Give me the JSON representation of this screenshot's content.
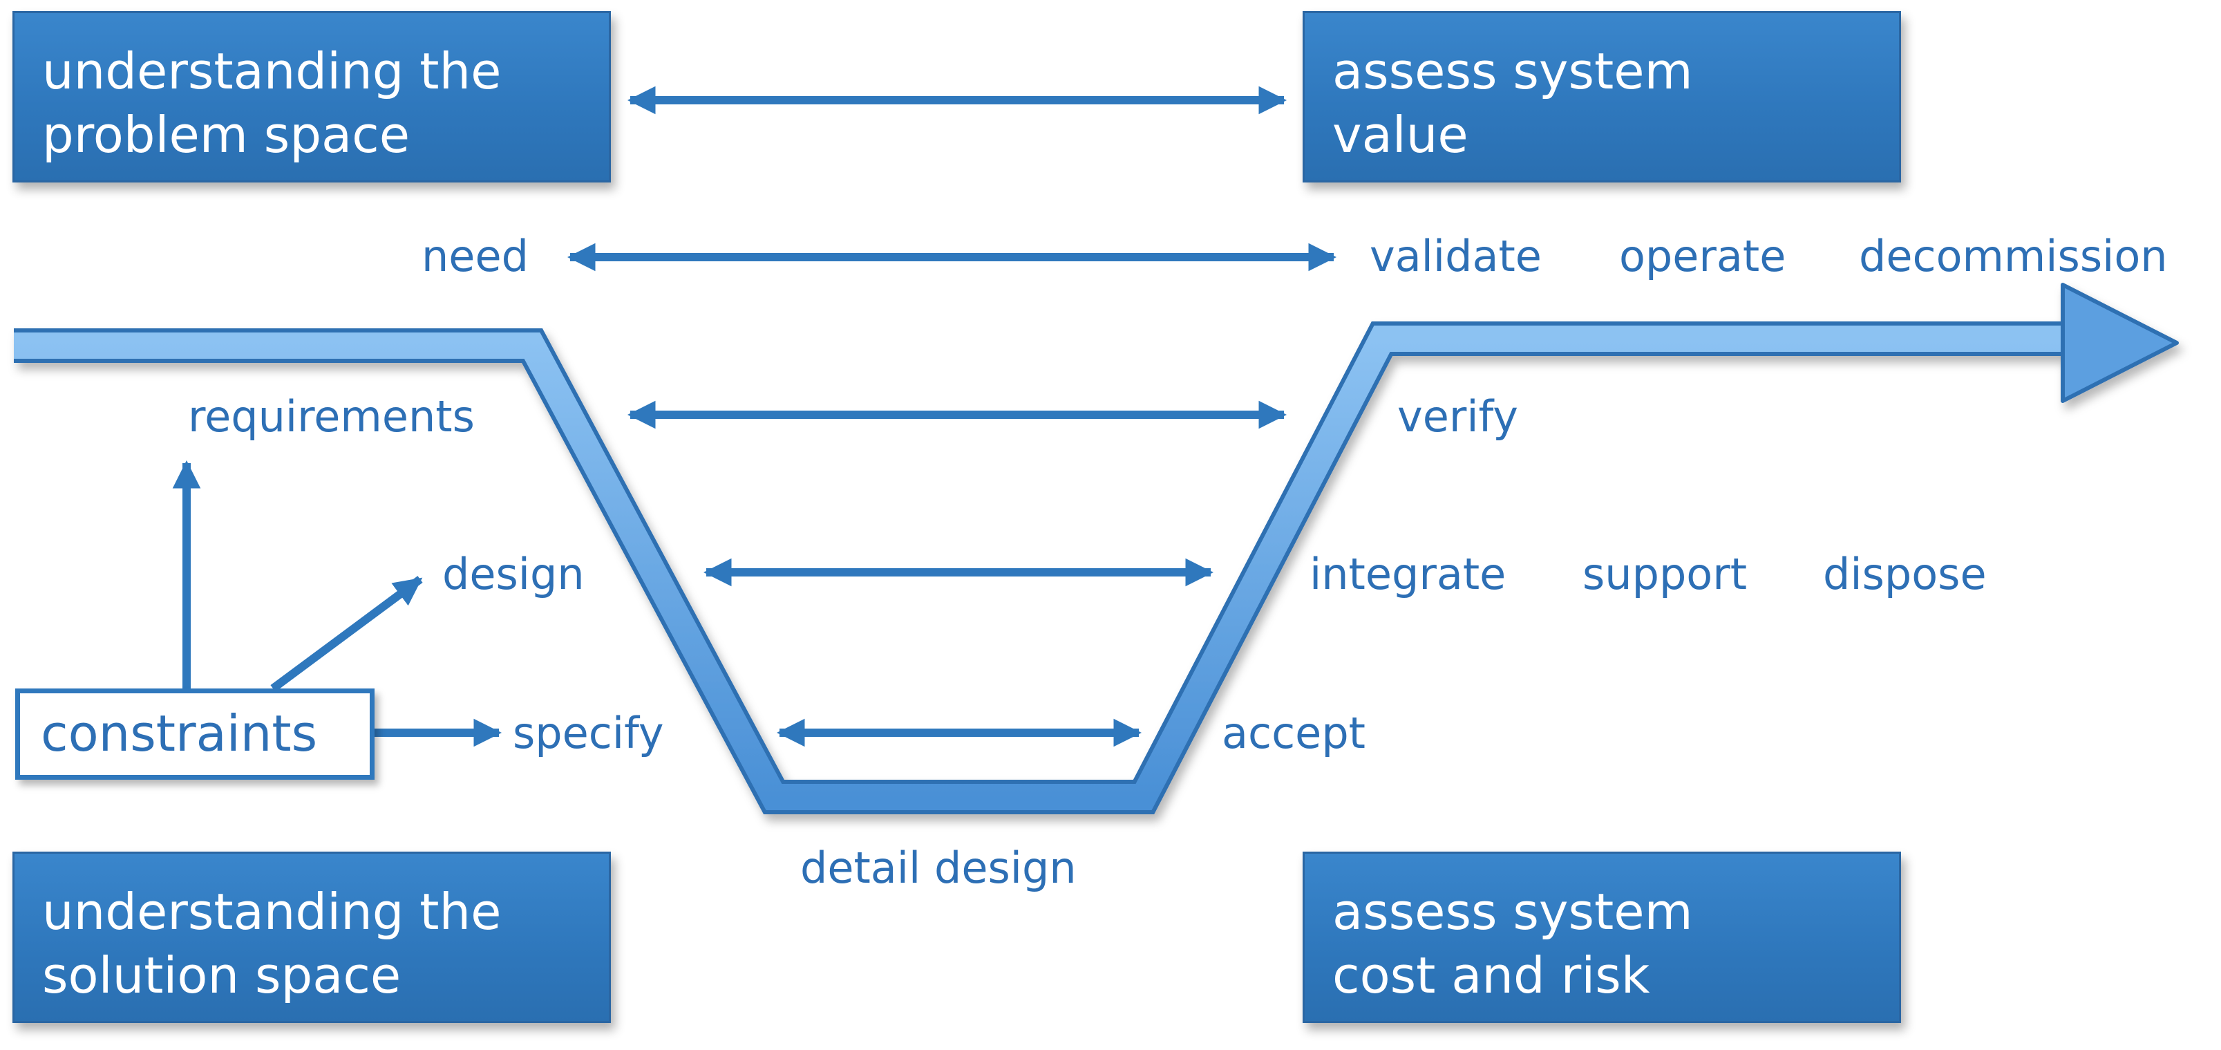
{
  "boxes": {
    "problem_space": {
      "line1": "understanding the",
      "line2": "problem space"
    },
    "system_value": {
      "line1": "assess system",
      "line2": "value"
    },
    "solution_space": {
      "line1": "understanding the",
      "line2": "solution space"
    },
    "cost_risk": {
      "line1": "assess system",
      "line2": "cost and risk"
    }
  },
  "left_labels": {
    "need": "need",
    "requirements": "requirements",
    "design": "design",
    "specify": "specify",
    "constraints": "constraints"
  },
  "bottom_label": "detail design",
  "right_labels": {
    "validate": "validate",
    "operate": "operate",
    "decommission": "decommission",
    "verify": "verify",
    "integrate": "integrate",
    "support": "support",
    "dispose": "dispose",
    "accept": "accept"
  },
  "colors": {
    "primary_blue": "#2f78bd",
    "text_blue": "#2d6fb5",
    "v_shape_blue": "#5b9fe0"
  }
}
